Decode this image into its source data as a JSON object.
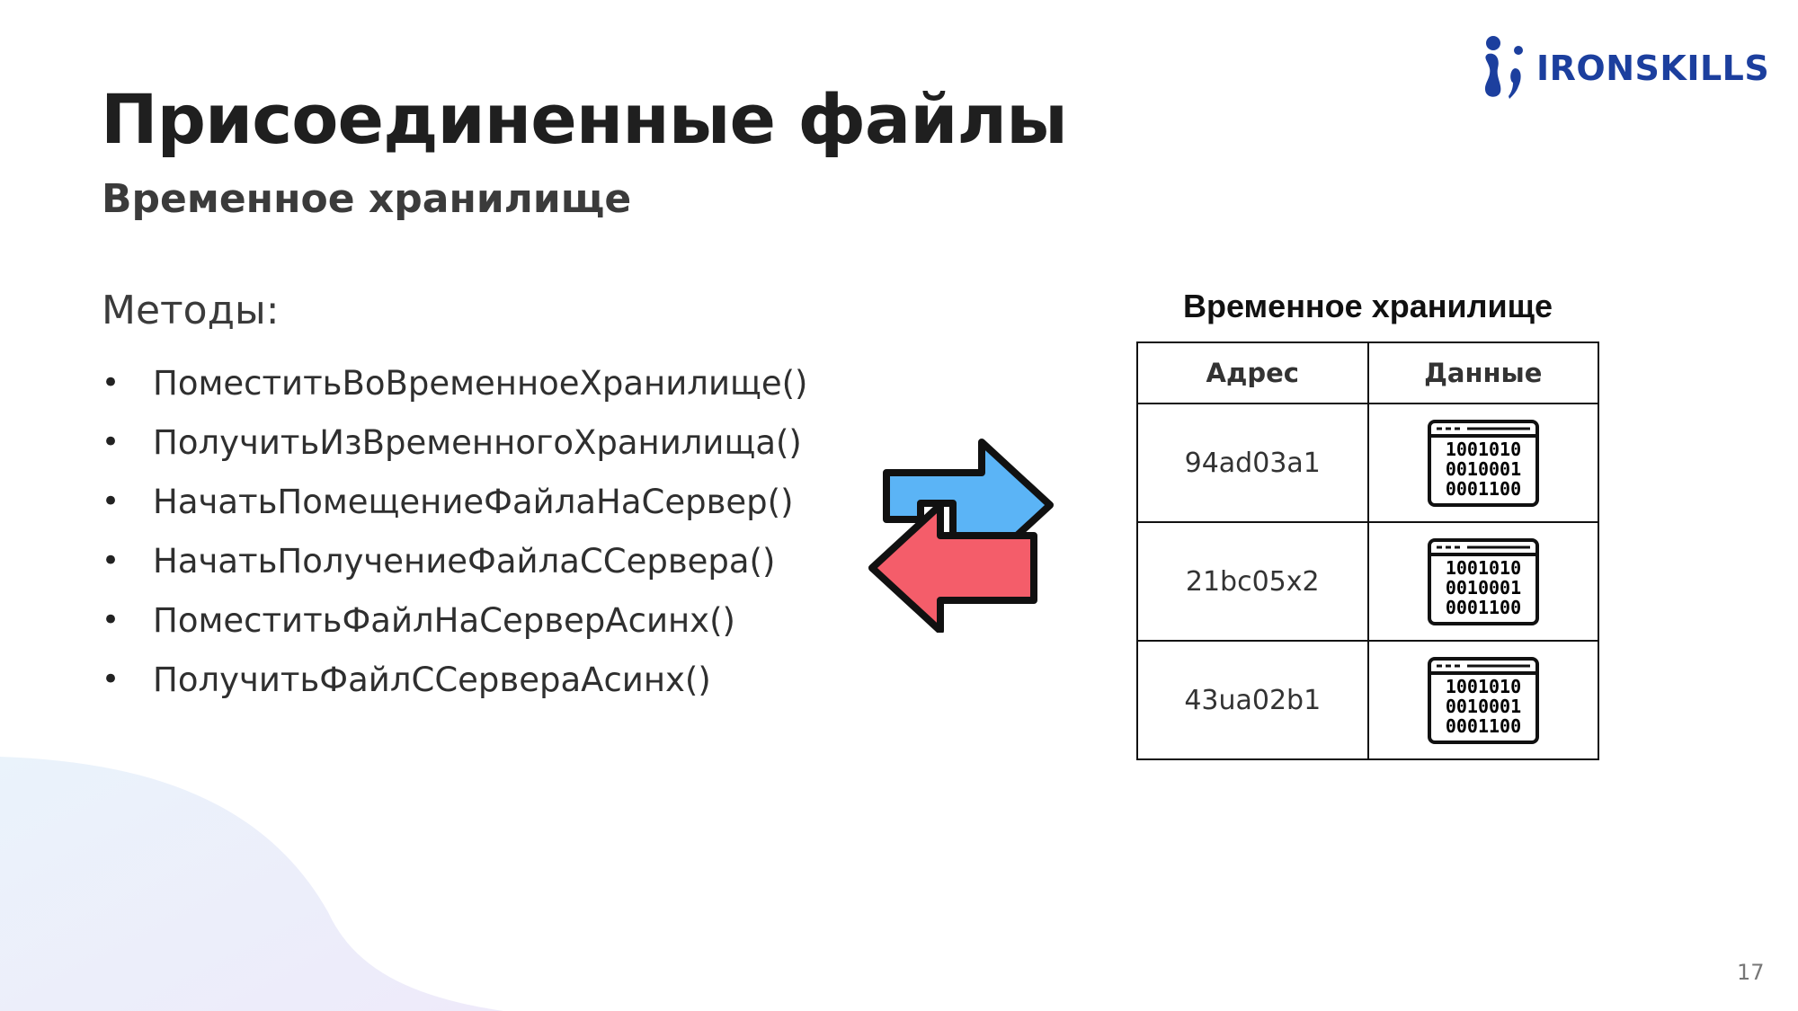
{
  "slide": {
    "title": "Присоединенные файлы",
    "subtitle": "Временное хранилище",
    "page_number": "17"
  },
  "logo": {
    "text": "IRONSKILLS",
    "color": "#1c3f9e",
    "icon": "ironskills-logo-icon"
  },
  "methods": {
    "heading": "Методы:",
    "bullet": "•",
    "items": [
      "ПоместитьВоВременноеХранилище()",
      "ПолучитьИзВременногоХранилища()",
      "НачатьПомещениеФайлаНаСервер()",
      "НачатьПолучениеФайлаССервера()",
      "ПоместитьФайлНаСерверАсинх()",
      "ПолучитьФайлССервераАсинх()"
    ]
  },
  "exchange_icon": {
    "name": "exchange-arrows-icon",
    "blue": "#5bb4f6",
    "red": "#f45d6a"
  },
  "storage": {
    "caption": "Временное хранилище",
    "headers": [
      "Адрес",
      "Данные"
    ],
    "rows": [
      {
        "address": "94ad03a1",
        "data_icon": "binary-data-icon"
      },
      {
        "address": "21bc05x2",
        "data_icon": "binary-data-icon"
      },
      {
        "address": "43ua02b1",
        "data_icon": "binary-data-icon"
      }
    ],
    "binary_lines": [
      "1001010",
      "0010001",
      "0001100"
    ]
  }
}
